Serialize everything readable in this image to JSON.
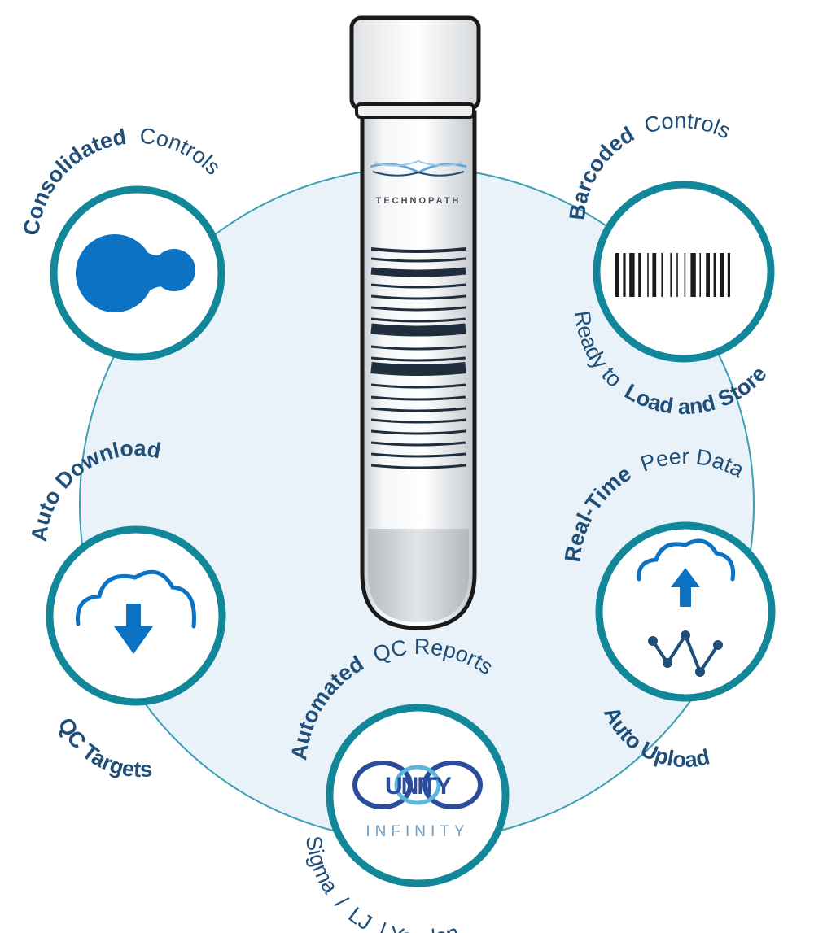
{
  "features": {
    "consolidated": {
      "bold": "Consolidated",
      "light": "Controls",
      "icon": "molecule-icon"
    },
    "barcoded": {
      "bold": "Barcoded",
      "light": "Controls",
      "icon": "barcode-icon",
      "bottom_light": "Ready to",
      "bottom_bold": "Load and Store"
    },
    "download": {
      "bold": "Auto Download",
      "bottom_bold": "QC Targets",
      "icon": "cloud-download-icon"
    },
    "peer": {
      "bold": "Real-Time",
      "light": "Peer Data",
      "bottom_bold": "Auto Upload",
      "icon": "cloud-upload-network-icon"
    },
    "reports": {
      "bold": "Automated",
      "light": "QC Reports",
      "bottom": "Sigma  /  LJ  | Youden",
      "icon": "unity-logo-icon"
    }
  },
  "tube": {
    "brand": "TECHNOPATH"
  },
  "logo": {
    "main": "UNITY",
    "sub": "INFINITY"
  },
  "colors": {
    "ring": "#12879a",
    "text": "#1f4e79",
    "icon": "#0b72c4",
    "disc": "#e8f2f8"
  }
}
